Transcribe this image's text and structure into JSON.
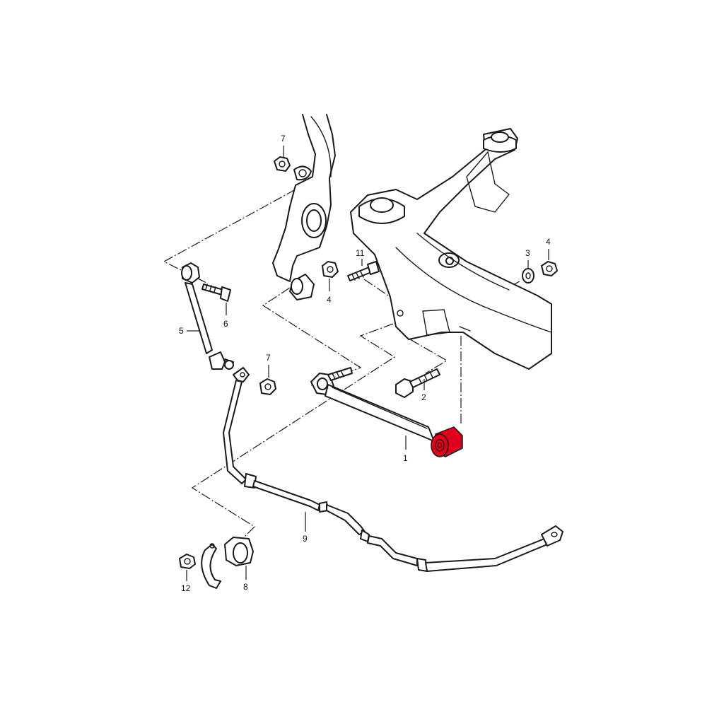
{
  "callouts": [
    {
      "id": "c1",
      "label": "1"
    },
    {
      "id": "c2",
      "label": "2"
    },
    {
      "id": "c3",
      "label": "3"
    },
    {
      "id": "c4a",
      "label": "4"
    },
    {
      "id": "c4b",
      "label": "4"
    },
    {
      "id": "c5",
      "label": "5"
    },
    {
      "id": "c6",
      "label": "6"
    },
    {
      "id": "c7a",
      "label": "7"
    },
    {
      "id": "c7b",
      "label": "7"
    },
    {
      "id": "c8",
      "label": "8"
    },
    {
      "id": "c9",
      "label": "9"
    },
    {
      "id": "c11",
      "label": "11"
    },
    {
      "id": "c12",
      "label": "12"
    }
  ],
  "colors": {
    "highlight_bushing": "#e0001b",
    "line": "#1a1a1a",
    "background": "#ffffff"
  }
}
